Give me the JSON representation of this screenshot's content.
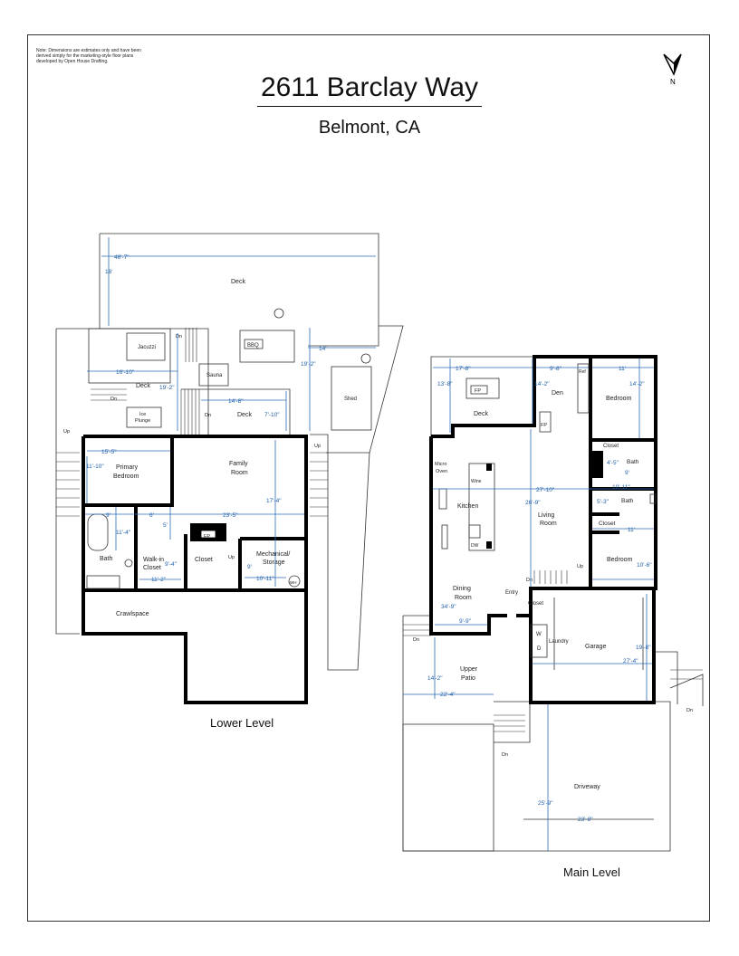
{
  "note": "Note: Dimensions are estimates only and have been derived simply for the marketing-style floor plans developed by Open House Drafting.",
  "title": "2611 Barclay Way",
  "subtitle": "Belmont, CA",
  "compass_label": "N",
  "levels": {
    "lower": "Lower Level",
    "main": "Main Level"
  },
  "lower_rooms": {
    "deck_top": "Deck",
    "jacuzzi": "Jacuzzi",
    "bbq": "BBQ",
    "sauna": "Sauna",
    "deck_left": "Deck",
    "deck_mid": "Deck",
    "ice_plunge_1": "Ice",
    "ice_plunge_2": "Plunge",
    "shed": "Shed",
    "primary_1": "Primary",
    "primary_2": "Bedroom",
    "family_1": "Family",
    "family_2": "Room",
    "bath": "Bath",
    "walkin_1": "Walk-in",
    "walkin_2": "Closet",
    "closet": "Closet",
    "fp": "FP",
    "mech_1": "Mechanical/",
    "mech_2": "Storage",
    "crawl": "Crawlspace",
    "wh": "WH",
    "up1": "Up",
    "up2": "Up",
    "up3": "Up",
    "dn1": "Dn",
    "dn2": "Dn",
    "dn3": "Dn"
  },
  "lower_dims": {
    "d1": "48'-7\"",
    "d2": "16'",
    "d3": "14'",
    "d4": "16'-10\"",
    "d5": "19'-2\"",
    "d6": "19'-2\"",
    "d7": "14'-8\"",
    "d8": "7'-10\"",
    "d9": "15'-5\"",
    "d10": "11'-10\"",
    "d11": "17'-4\"",
    "d12": "9'",
    "d13": "6'",
    "d14": "23'-5\"",
    "d15": "11'-4\"",
    "d16": "5'",
    "d17": "9'-4\"",
    "d18": "11'-2\"",
    "d19": "9'",
    "d20": "10'-11\""
  },
  "main_rooms": {
    "deck": "Deck",
    "fp1": "FP",
    "den": "Den",
    "fp2": "FP",
    "ref": "Ref",
    "bedroom1": "Bedroom",
    "closet1": "Closet",
    "bath1": "Bath",
    "micro_1": "Micro",
    "micro_2": "Oven",
    "wine": "Wine",
    "kitchen": "Kitchen",
    "dw": "DW",
    "living_1": "Living",
    "living_2": "Room",
    "bath2": "Bath",
    "closet2": "Closet",
    "bedroom2": "Bedroom",
    "dining_1": "Dining",
    "dining_2": "Room",
    "entry": "Entry",
    "closet3": "Closet",
    "w": "W",
    "d": "D",
    "laundry": "Laundry",
    "garage": "Garage",
    "upper_1": "Upper",
    "upper_2": "Patio",
    "driveway": "Driveway",
    "dn1": "Dn",
    "dn2": "Dn",
    "dn3": "Dn",
    "dn4": "Dn",
    "up1": "Up"
  },
  "main_dims": {
    "m1": "17'-8\"",
    "m2": "9'-8\"",
    "m3": "11'",
    "m4": "13'-8\"",
    "m5": "14'-2\"",
    "m6": "14'-2\"",
    "m7": "4'-5\"",
    "m8": "9'",
    "m9": "10'-11\"",
    "m10": "27'-10\"",
    "m11": "26'-9\"",
    "m12": "5'-3\"",
    "m13": "11'",
    "m14": "10'-6\"",
    "m15": "34'-9\"",
    "m16": "9'-9\"",
    "m17": "19'-8\"",
    "m18": "27'-4\"",
    "m19": "14'-2\"",
    "m20": "22'-4\"",
    "m21": "25'-9\"",
    "m22": "23'-8\""
  }
}
